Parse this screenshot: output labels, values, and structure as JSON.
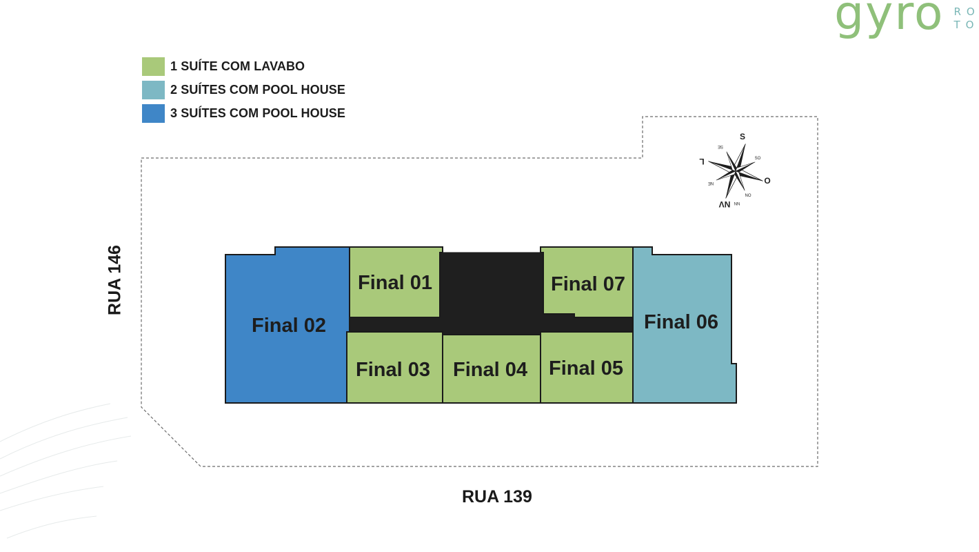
{
  "brand": {
    "logo_text": "gyro",
    "subtitle_line1": "RO",
    "subtitle_line2": "TO"
  },
  "legend": [
    {
      "label": "1 SUÍTE COM LAVABO",
      "color": "#a9c97a"
    },
    {
      "label": "2 SUÍTES COM POOL HOUSE",
      "color": "#7db8c4"
    },
    {
      "label": "3 SUÍTES COM POOL HOUSE",
      "color": "#3f86c7"
    }
  ],
  "streets": {
    "left": "RUA 146",
    "bottom": "RUA 139"
  },
  "units": [
    {
      "label": "Final 01",
      "type": "1 SUÍTE COM LAVABO"
    },
    {
      "label": "Final 02",
      "type": "3 SUÍTES COM POOL HOUSE"
    },
    {
      "label": "Final 03",
      "type": "1 SUÍTE COM LAVABO"
    },
    {
      "label": "Final 04",
      "type": "1 SUÍTE COM LAVABO"
    },
    {
      "label": "Final 05",
      "type": "1 SUÍTE COM LAVABO"
    },
    {
      "label": "Final 06",
      "type": "2 SUÍTES COM POOL HOUSE"
    },
    {
      "label": "Final 07",
      "type": "1 SUÍTE COM LAVABO"
    }
  ],
  "compass": {
    "n": "S",
    "s": "NV",
    "e": "O",
    "w": "L",
    "ne": "SO",
    "nw": "SE",
    "se": "NO",
    "sw": "NE",
    "ssw": "NN"
  },
  "colors": {
    "core": "#1f1f1f",
    "outline": "#1a1a1a",
    "lot_line": "#6a6a6a"
  }
}
